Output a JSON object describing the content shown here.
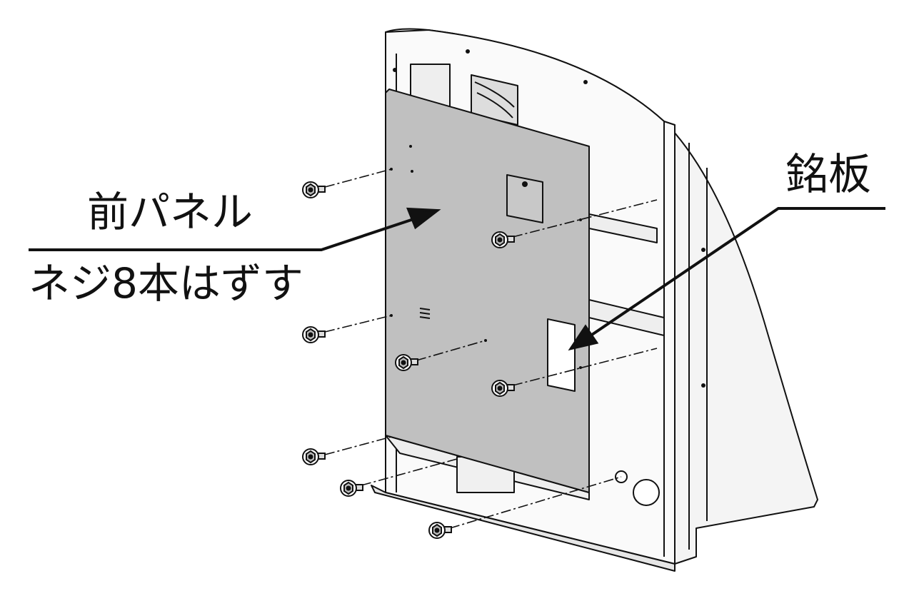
{
  "labels": {
    "front_panel": "前パネル",
    "remove_screws": "ネジ8本はずす",
    "nameplate": "銘板"
  },
  "screw_count": 8,
  "colors": {
    "panel": "#c0c0c0",
    "line": "#111111",
    "cabinet": "#f4f4f4"
  }
}
